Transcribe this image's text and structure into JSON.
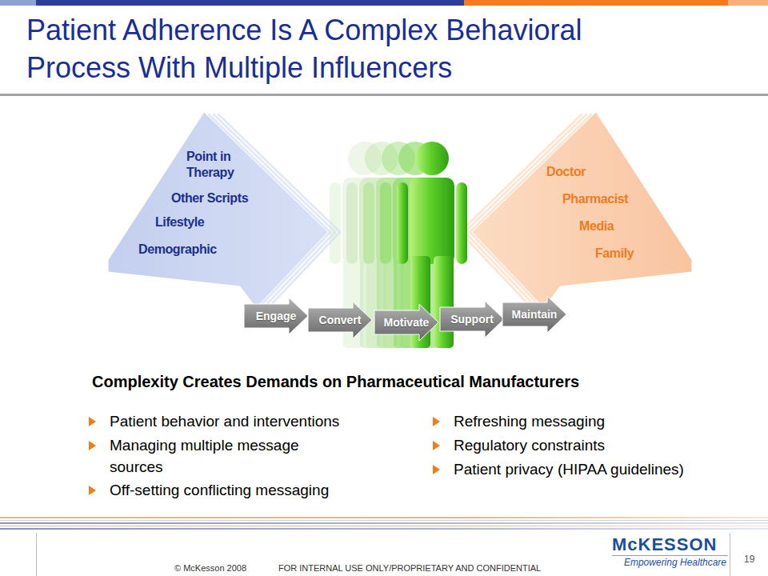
{
  "diagram": {
    "title": "Patient Adherence Is A Complex Behavioral Process With Multiple Influencers",
    "nodes": [
      {
        "text": [
          "Point in Therapy",
          "Other Scripts",
          "Lifestyle",
          "Demographic"
        ]
      },
      {
        "text": [
          "Doctor",
          "Pharmacist",
          "Media",
          "Family"
        ]
      },
      {
        "text": [
          "Engage"
        ]
      },
      {
        "text": [
          "Convert"
        ]
      },
      {
        "text": [
          "Motivate"
        ]
      },
      {
        "text": [
          "Support"
        ]
      },
      {
        "text": [
          "Maintain"
        ]
      }
    ],
    "labels": [
      "Complexity Creates Demands on Pharmaceutical Manufacturers",
      "Patient behavior and interventions",
      "Managing multiple message sources",
      "Off-setting conflicting messaging",
      "Refreshing messaging",
      "Regulatory constraints",
      "Patient privacy (HIPAA guidelines)",
      "© McKesson 2008",
      "FOR INTERNAL USE ONLY/PROPRIETARY AND CONFIDENTIAL",
      "McKESSON",
      "Empowering Healthcare",
      "19"
    ]
  }
}
